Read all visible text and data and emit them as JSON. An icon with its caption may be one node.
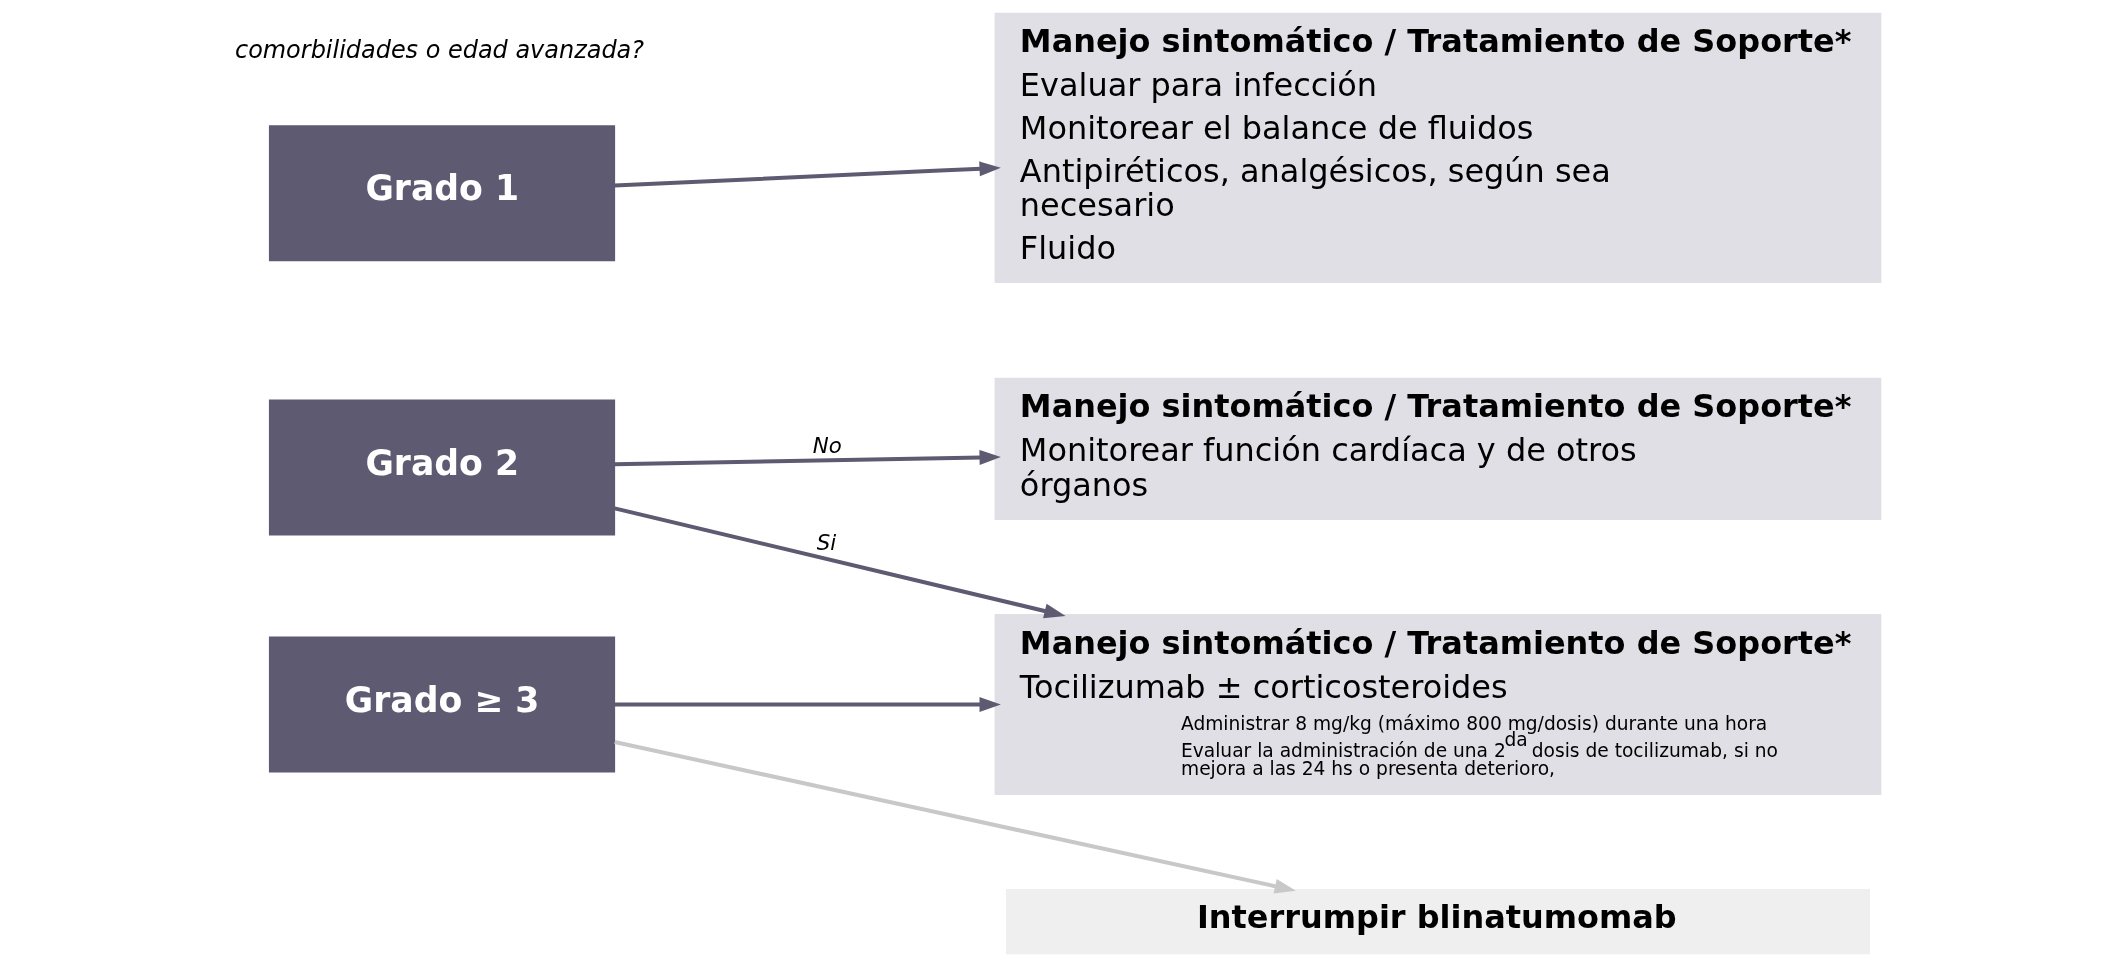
{
  "diagram": {
    "nodes": [
      {
        "text": [
          "Grado 1"
        ]
      },
      {
        "text": [
          "Manejo sintomático / Tratamiento de Soporte*",
          "Evaluar para infección",
          "Monitorear el balance de fluidos",
          "Antipiréticos, analgésicos, según sea necesario",
          "Fluido"
        ]
      },
      {
        "text": [
          "Grado 2"
        ]
      },
      {
        "text": [
          "Manejo sintomático / Tratamiento de Soporte*",
          "Monitorear función cardíaca y de otros órganos"
        ]
      },
      {
        "text": [
          "Grado ≥ 3"
        ]
      },
      {
        "text": [
          "Manejo sintomático / Tratamiento de Soporte*",
          "Tocilizumab ± corticosteroides",
          "Administrar 8 mg/kg (máximo 800 mg/dosis) durante una hora",
          "Evaluar la administración de una 2$^{da}$ dosis de tocilizumab, si no mejora a las 24 hs o presenta deterioro,"
        ]
      },
      {
        "text": [
          "Interrumpir blinatumomab"
        ]
      }
    ],
    "edges": [
      {
        "from": 0,
        "to": 1,
        "arrow": "to"
      },
      {
        "from": 2,
        "to": 3,
        "arrow": "to",
        "label": "No"
      },
      {
        "from": 2,
        "to": 5,
        "arrow": "to",
        "label": "Si"
      },
      {
        "from": 4,
        "to": 5,
        "arrow": "to"
      },
      {
        "from": 4,
        "to": 6,
        "arrow": "to",
        "color": "#c8c8c8"
      }
    ],
    "labels": [
      "comorbilidades o edad avanzada?"
    ]
  }
}
